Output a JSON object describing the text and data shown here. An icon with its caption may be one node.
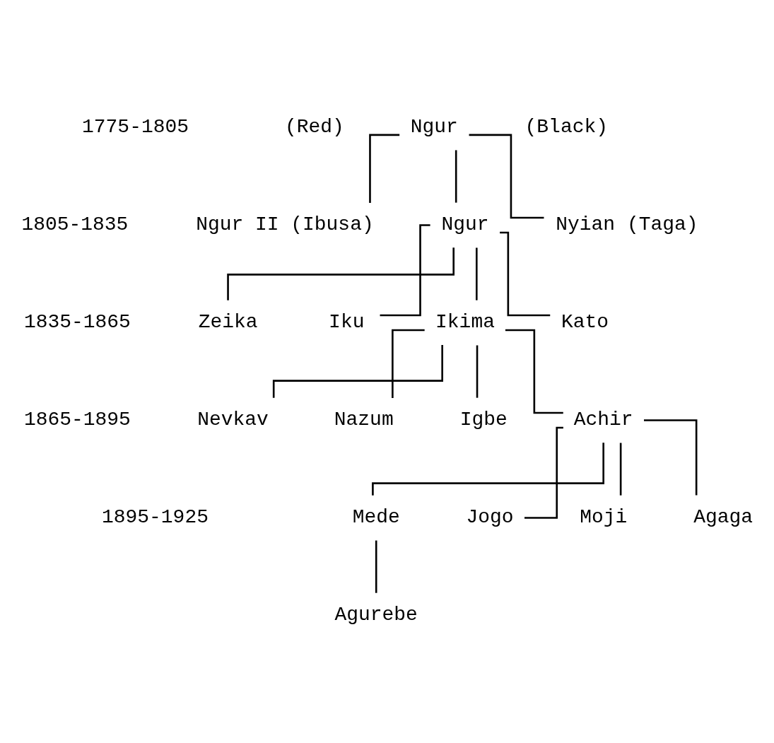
{
  "diagram": {
    "nodes": [
      {
        "text": [
          "Ngur"
        ]
      },
      {
        "text": [
          "Ngur"
        ]
      },
      {
        "text": [
          "Nyian (Taga)"
        ]
      },
      {
        "text": [
          "Ngur II (Ibusa)"
        ]
      },
      {
        "text": [
          "Ikima"
        ]
      },
      {
        "text": [
          "Kato"
        ]
      },
      {
        "text": [
          "Zeika"
        ]
      },
      {
        "text": [
          "Iku"
        ]
      },
      {
        "text": [
          "Igbe"
        ]
      },
      {
        "text": [
          "Achir"
        ]
      },
      {
        "text": [
          "Nevkav"
        ]
      },
      {
        "text": [
          "Nazum"
        ]
      },
      {
        "text": [
          "Moji"
        ]
      },
      {
        "text": [
          "Agaga"
        ]
      },
      {
        "text": [
          "Mede"
        ]
      },
      {
        "text": [
          "Jogo"
        ]
      },
      {
        "text": [
          "Agurebe"
        ]
      }
    ],
    "edges": [
      {
        "from": 0,
        "to": 1,
        "arrow": "none"
      },
      {
        "from": 0,
        "to": 2,
        "arrow": "none"
      },
      {
        "from": 0,
        "to": 3,
        "arrow": "none"
      },
      {
        "from": 1,
        "to": 4,
        "arrow": "none"
      },
      {
        "from": 1,
        "to": 5,
        "arrow": "none"
      },
      {
        "from": 1,
        "to": 6,
        "arrow": "none"
      },
      {
        "from": 1,
        "to": 7,
        "arrow": "none"
      },
      {
        "from": 4,
        "to": 8,
        "arrow": "none"
      },
      {
        "from": 4,
        "to": 9,
        "arrow": "none"
      },
      {
        "from": 4,
        "to": 10,
        "arrow": "none"
      },
      {
        "from": 4,
        "to": 11,
        "arrow": "none"
      },
      {
        "from": 9,
        "to": 12,
        "arrow": "none"
      },
      {
        "from": 9,
        "to": 13,
        "arrow": "none"
      },
      {
        "from": 9,
        "to": 14,
        "arrow": "none"
      },
      {
        "from": 9,
        "to": 15,
        "arrow": "none"
      },
      {
        "from": 14,
        "to": 16,
        "arrow": "none"
      }
    ],
    "labels": [
      "(Red)",
      "(Black)",
      "1775-1805",
      "1805-1835",
      "1835-1865",
      "1865-1895",
      "1895-1925"
    ]
  }
}
